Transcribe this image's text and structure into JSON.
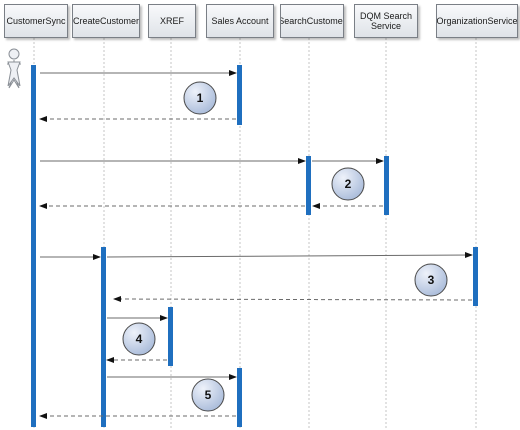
{
  "lifelines": [
    {
      "key": "customersync",
      "label": "CustomerSync"
    },
    {
      "key": "createcustomer",
      "label": "CreateCustomer"
    },
    {
      "key": "xref",
      "label": "XREF"
    },
    {
      "key": "salesaccount",
      "label": "Sales Account"
    },
    {
      "key": "searchcustomer",
      "label": "SearchCustomer"
    },
    {
      "key": "dqmsearch",
      "label": "DQM Search Service"
    },
    {
      "key": "organizationservice",
      "label": "OrganizationService"
    }
  ],
  "steps": [
    "1",
    "2",
    "3",
    "4",
    "5"
  ],
  "colors": {
    "activation": "#1f6fbf",
    "arrow": "#6b6b6b",
    "lifeline": "#c8c8c8",
    "step_fill": "#c9d5ea",
    "step_stroke": "#4a4a4a"
  },
  "icons": {
    "actor": "actor-icon"
  }
}
